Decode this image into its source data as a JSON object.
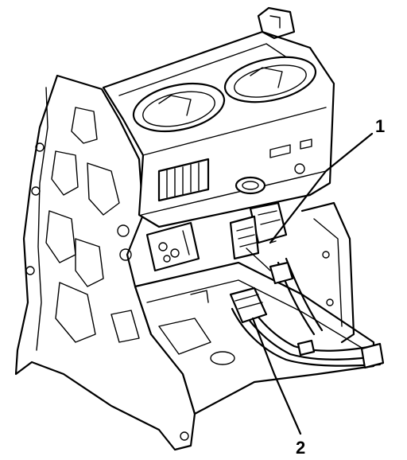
{
  "callouts": [
    {
      "id": "callout-1",
      "label": "1"
    },
    {
      "id": "callout-2",
      "label": "2"
    }
  ]
}
